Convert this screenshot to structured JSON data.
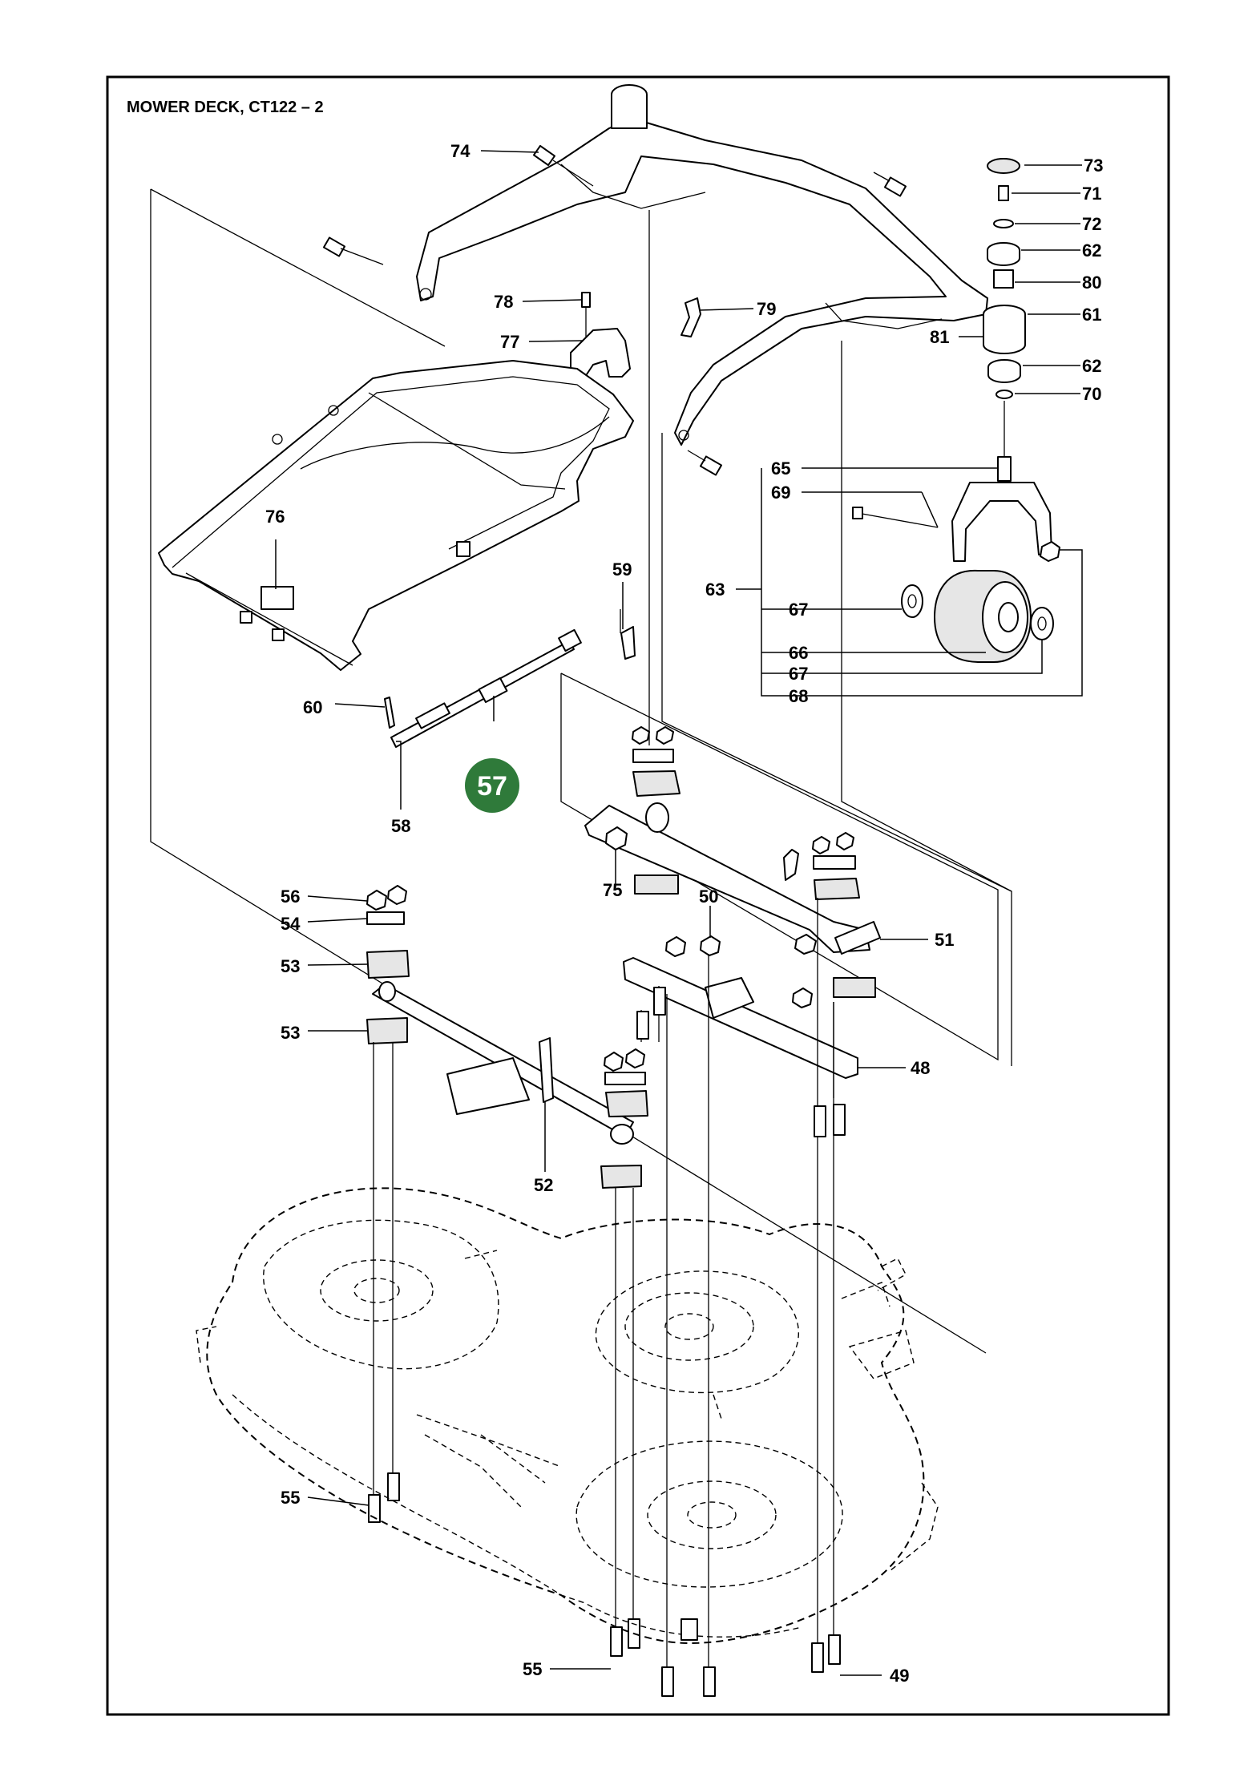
{
  "title": "MOWER DECK, CT122 – 2",
  "highlight": {
    "label": "57",
    "color": "#2f7a3a"
  },
  "callouts": {
    "c74": "74",
    "c73": "73",
    "c71": "71",
    "c72": "72",
    "c62a": "62",
    "c80": "80",
    "c61": "61",
    "c81": "81",
    "c62b": "62",
    "c70": "70",
    "c78": "78",
    "c77": "77",
    "c79": "79",
    "c65": "65",
    "c69": "69",
    "c63": "63",
    "c67a": "67",
    "c66": "66",
    "c67b": "67",
    "c68": "68",
    "c76": "76",
    "c59": "59",
    "c60": "60",
    "c58": "58",
    "c56": "56",
    "c54": "54",
    "c53a": "53",
    "c53b": "53",
    "c75": "75",
    "c50": "50",
    "c51": "51",
    "c48": "48",
    "c52": "52",
    "c55a": "55",
    "c55b": "55",
    "c49": "49"
  }
}
